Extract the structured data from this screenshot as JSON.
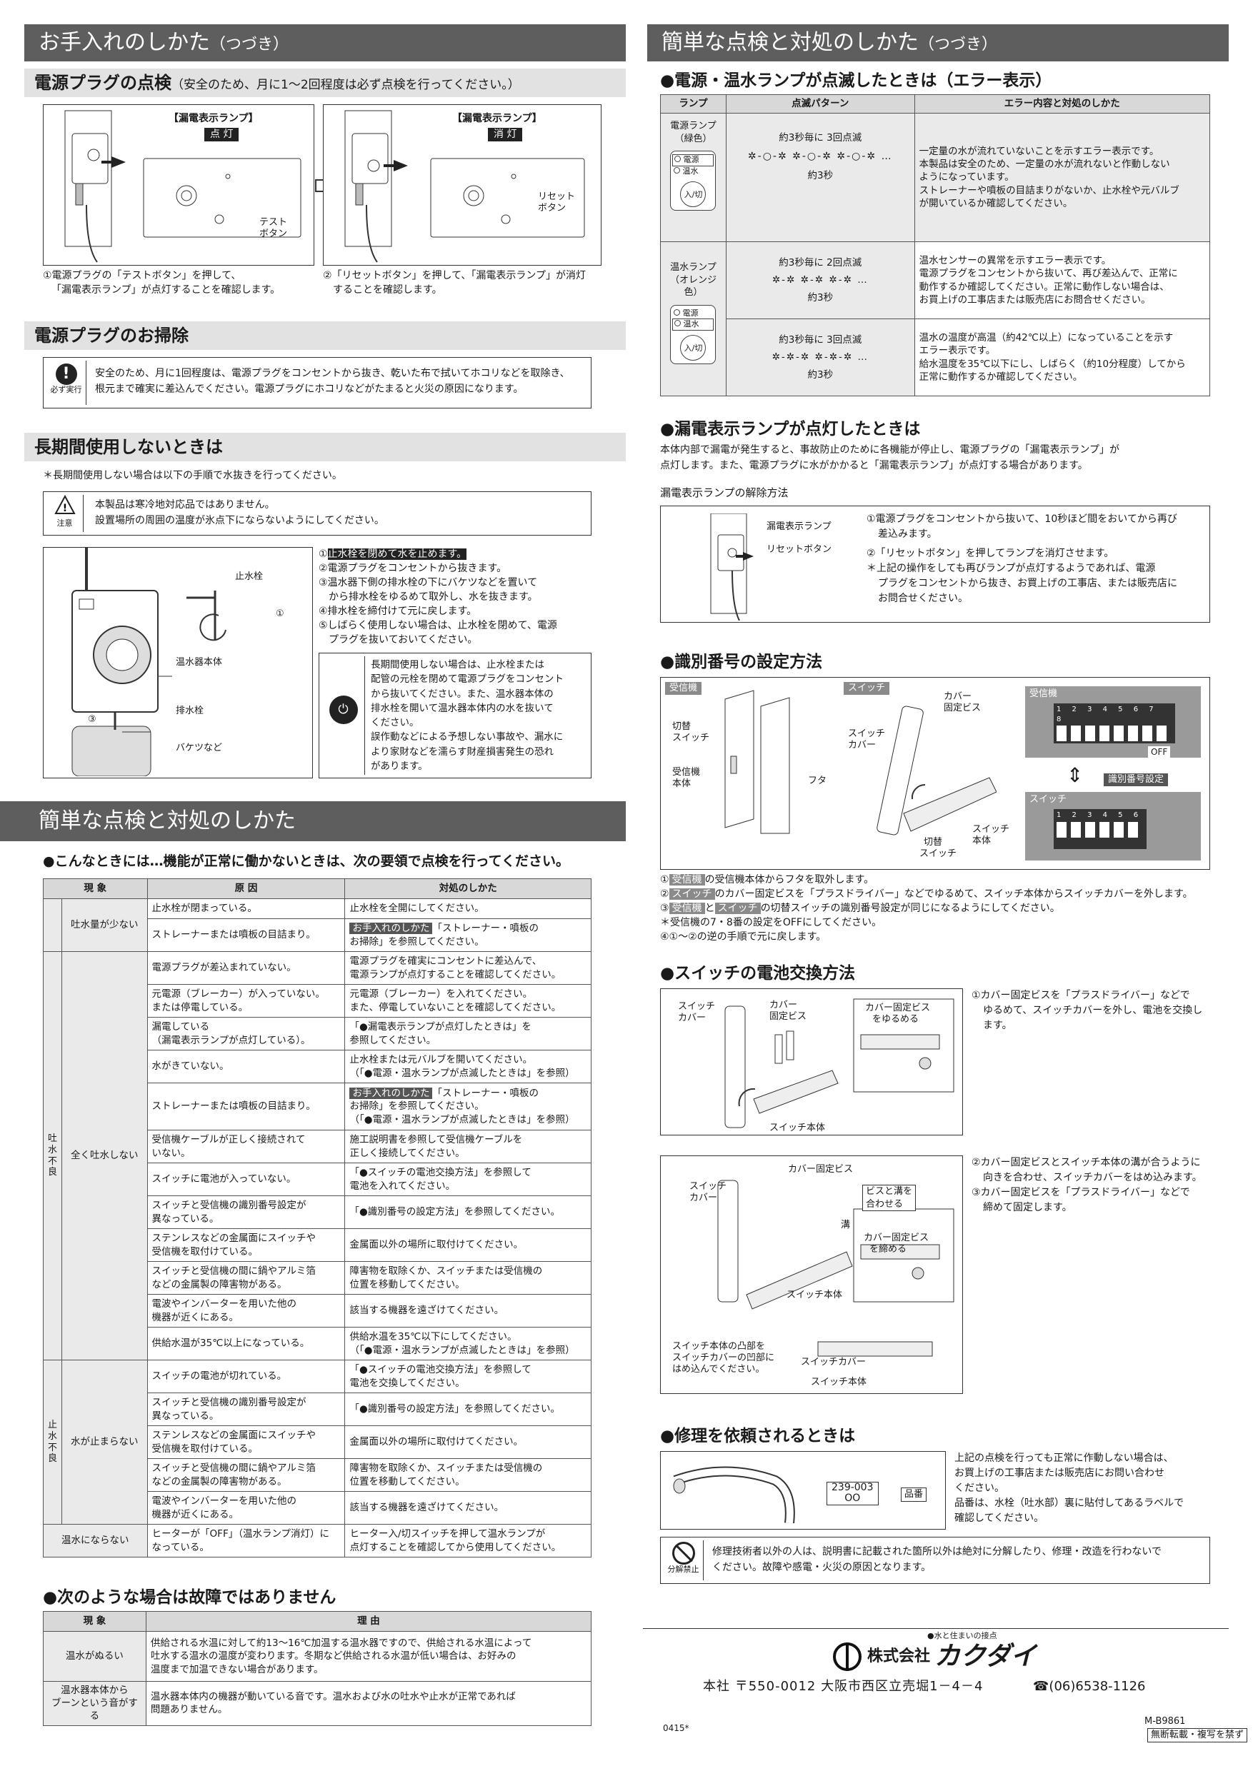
{
  "left": {
    "title": "お手入れのしかた",
    "title_sub": "（つづき）",
    "plug_check": {
      "title": "電源プラグの点検",
      "note": "（安全のため、月に1～2回程度は必ず点検を行ってください。）",
      "fig1": {
        "label": "【漏電表示ランプ】",
        "state": "点 灯",
        "test": "テスト",
        "test2": "ボタン"
      },
      "fig2": {
        "label": "【漏電表示ランプ】",
        "state": "消 灯",
        "reset": "リセット",
        "reset2": "ボタン"
      },
      "cap1a": "①電源プラグの「テストボタン」を押して、",
      "cap1b": "「漏電表示ランプ」が点灯することを確認します。",
      "cap2a": "②「リセットボタン」を押して、「漏電表示ランプ」が消灯",
      "cap2b": "することを確認します。"
    },
    "plug_clean": {
      "title": "電源プラグのお掃除",
      "icon_label": "必ず実行",
      "l1": "安全のため、月に1回程度は、電源プラグをコンセントから抜き、乾いた布で拭いてホコリなどを取除き、",
      "l2": "根元まで確実に差込んでください。電源プラグにホコリなどがたまると火災の原因になります。"
    },
    "long": {
      "title": "長期間使用しないときは",
      "note": "＊長期間使用しない場合は以下の手順で水抜きを行ってください。",
      "caution_label": "注意",
      "c1": "本製品は寒冷地対応品ではありません。",
      "c2": "設置場所の周囲の温度が氷点下にならないようにしてください。",
      "fig": {
        "valve": "止水栓",
        "n1": "①",
        "n3": "③",
        "body": "温水器本体",
        "drain": "排水栓",
        "bucket": "バケツなど"
      },
      "s1": "①",
      "s1t": "止水栓を閉めて水を止めます。",
      "s2": "②電源プラグをコンセントから抜きます。",
      "s3a": "③温水器下側の排水栓の下にバケツなどを置いて",
      "s3b": "から排水栓をゆるめて取外し、水を抜きます。",
      "s4": "④排水栓を締付けて元に戻します。",
      "s5a": "⑤しばらく使用しない場合は、止水栓を閉めて、電源",
      "s5b": "プラグを抜いておいてください。",
      "w": [
        "長期間使用しない場合は、止水栓または",
        "配管の元栓を閉めて電源プラグをコンセント",
        "から抜いてください。また、温水器本体の",
        "排水栓を開いて温水器本体内の水を抜いて",
        "ください。",
        "誤作動などによる予想しない事故や、漏水に",
        "より家財などを濡らす財産損害発生の恐れ",
        "があります。"
      ]
    },
    "check": {
      "title": "簡単な点検と対処のしかた",
      "intro": "●こんなときには…機能が正常に働かないときは、次の要領で点検を行ってください。",
      "headers": [
        "現 象",
        "原 因",
        "対処のしかた"
      ],
      "g1": "吐水量が少ない",
      "g2": "全く吐水しない",
      "gA": "吐水不良",
      "gB": "止水不良",
      "g3": "水が止まらない",
      "g4": "温水にならない",
      "rows": [
        [
          "止水栓が閉まっている。",
          "止水栓を全開にしてください。"
        ],
        [
          "ストレーナーまたは噴板の目詰まり。",
          "お手入れのしかた",
          "「ストレーナー・噴板の",
          "お掃除」を参照してください。"
        ],
        [
          "電源プラグが差込まれていない。",
          "電源プラグを確実にコンセントに差込んで、",
          "電源ランプが点灯することを確認してください。"
        ],
        [
          "元電源（ブレーカー）が入っていない。",
          "または停電している。",
          "元電源（ブレーカー）を入れてください。",
          "また、停電していないことを確認してください。"
        ],
        [
          "漏電している",
          "（漏電表示ランプが点灯している）。",
          "「●漏電表示ランプが点灯したときは」を",
          "参照してください。"
        ],
        [
          "水がきていない。",
          "止水栓または元バルブを開いてください。",
          "（「●電源・温水ランプが点滅したときは」を参照）"
        ],
        [
          "ストレーナーまたは噴板の目詰まり。",
          "お手入れのしかた",
          "「ストレーナー・噴板の",
          "お掃除」を参照してください。",
          "（「●電源・温水ランプが点滅したときは」を参照）"
        ],
        [
          "受信機ケーブルが正しく接続されて",
          "いない。",
          "施工説明書を参照して受信機ケーブルを",
          "正しく接続してください。"
        ],
        [
          "スイッチに電池が入っていない。",
          "「●スイッチの電池交換方法」を参照して",
          "電池を入れてください。"
        ],
        [
          "スイッチと受信機の識別番号設定が",
          "異なっている。",
          "「●識別番号の設定方法」を参照してください。"
        ],
        [
          "ステンレスなどの金属面にスイッチや",
          "受信機を取付けている。",
          "金属面以外の場所に取付けてください。"
        ],
        [
          "スイッチと受信機の間に鍋やアルミ箔",
          "などの金属製の障害物がある。",
          "障害物を取除くか、スイッチまたは受信機の",
          "位置を移動してください。"
        ],
        [
          "電波やインバーターを用いた他の",
          "機器が近くにある。",
          "該当する機器を遠ざけてください。"
        ],
        [
          "供給水温が35℃以上になっている。",
          "供給水温を35℃以下にしてください。",
          "（「●電源・温水ランプが点滅したときは」を参照）"
        ],
        [
          "スイッチの電池が切れている。",
          "「●スイッチの電池交換方法」を参照して",
          "電池を交換してください。"
        ],
        [
          "スイッチと受信機の識別番号設定が",
          "異なっている。",
          "「●識別番号の設定方法」を参照してください。"
        ],
        [
          "ステンレスなどの金属面にスイッチや",
          "受信機を取付けている。",
          "金属面以外の場所に取付けてください。"
        ],
        [
          "スイッチと受信機の間に鍋やアルミ箔",
          "などの金属製の障害物がある。",
          "障害物を取除くか、スイッチまたは受信機の",
          "位置を移動してください。"
        ],
        [
          "電波やインバーターを用いた他の",
          "機器が近くにある。",
          "該当する機器を遠ざけてください。"
        ],
        [
          "ヒーターが「OFF」（温水ランプ消灯）に",
          "なっている。",
          "ヒーター入/切スイッチを押して温水ランプが",
          "点灯することを確認してから使用してください。"
        ]
      ]
    },
    "notfault": {
      "title": "●次のような場合は故障ではありません",
      "h1": "現 象",
      "h2": "理 由",
      "r1": "温水がぬるい",
      "r1a": "供給される水温に対して約13～16℃加温する温水器ですので、供給される水温によって",
      "r1b": "吐水する温水の温度が変わります。冬期など供給される水温が低い場合は、お好みの",
      "r1c": "温度まで加温できない場合があります。",
      "r2a": "温水器本体から",
      "r2b": "ブーンという音がする",
      "r2c": "温水器本体内の機器が動いている音です。温水および水の吐水や止水が正常であれば",
      "r2d": "問題ありません。"
    }
  },
  "right": {
    "title": "簡単な点検と対処のしかた",
    "title_sub": "（つづき）",
    "lamp": {
      "title": "●電源・温水ランプが点滅したときは（エラー表示）",
      "headers": [
        "ランプ",
        "点滅パターン",
        "エラー内容と対処のしかた"
      ],
      "power": "電源ランプ",
      "power_c": "（緑色）",
      "hot": "温水ランプ",
      "hot_c": "（オレンジ色）",
      "sw_power": "電源",
      "sw_hot": "温水",
      "sw_btn": "入/切",
      "p1": "約3秒毎に 3回点滅",
      "p2": "約3秒毎に 2回点滅",
      "p3": "約3秒毎に 3回点滅",
      "sec": "約3秒",
      "e1": [
        "一定量の水が流れていないことを示すエラー表示です。",
        "本製品は安全のため、一定量の水が流れないと作動しない",
        "ようになっています。",
        "ストレーナーや噴板の目詰まりがないか、止水栓や元バルブ",
        "が開いているか確認してください。"
      ],
      "e2": [
        "温水センサーの異常を示すエラー表示です。",
        "電源プラグをコンセントから抜いて、再び差込んで、正常に",
        "動作するか確認してください。正常に動作しない場合は、",
        "お買上げの工事店または販売店にお問合せください。"
      ],
      "e3": [
        "温水の温度が高温（約42℃以上）になっていることを示す",
        "エラー表示です。",
        "給水温度を35℃以下にし、しばらく（約10分程度）してから",
        "正常に動作するか確認してください。"
      ]
    },
    "leak": {
      "title": "●漏電表示ランプが点灯したときは",
      "l1": "本体内部で漏電が発生すると、事故防止のために各機能が停止し、電源プラグの「漏電表示ランプ」が",
      "l2": "点灯します。また、電源プラグに水がかかると「漏電表示ランプ」が点灯する場合があります。",
      "reset_title": "漏電表示ランプの解除方法",
      "fl1": "漏電表示ランプ",
      "fl2": "リセットボタン",
      "t": [
        "①電源プラグをコンセントから抜いて、10秒ほど間をおいてから再び",
        "差込みます。",
        "②「リセットボタン」を押してランプを消灯させます。",
        "＊上記の操作をしても再びランプが点灯するようであれば、電源",
        "プラグをコンセントから抜き、お買上げの工事店、または販売店に",
        "お問合せください。"
      ]
    },
    "id": {
      "title": "●識別番号の設定方法",
      "receiver": "受信機",
      "switch": "スイッチ",
      "sw_change": "切替",
      "sw_change2": "スイッチ",
      "recv_body": "受信機",
      "recv_body2": "本体",
      "lid": "フタ",
      "cover": "カバー",
      "fix": "固定ビス",
      "swcover": "スイッチ",
      "swcover2": "カバー",
      "swbody": "スイッチ",
      "swbody2": "本体",
      "sw_chg": "切替",
      "sw_chg2": "スイッチ",
      "off": "OFF",
      "id_set": "識別番号設定",
      "nums": "1 2 3 4 5 6 7 8",
      "nums6": "1 2 3 4 5 6",
      "c1": "①",
      "c1b": "受信機",
      "c1t": "の受信機本体からフタを取外します。",
      "c2": "②",
      "c2b": "スイッチ",
      "c2t": "のカバー固定ビスを「プラスドライバー」などでゆるめて、スイッチ本体からスイッチカバーを外します。",
      "c3": "③",
      "c3b": "受信機",
      "c3and": "と",
      "c3c": "スイッチ",
      "c3t": "の切替スイッチの識別番号設定が同じになるようにしてください。",
      "c4": "＊受信機の7・8番の設定をOFFにしてください。",
      "c5": "④①～②の逆の手順で元に戻します。"
    },
    "battery": {
      "title": "●スイッチの電池交換方法",
      "swcover": "スイッチ",
      "swcover2": "カバー",
      "cover": "カバー",
      "fix": "固定ビス",
      "loosen": "カバー固定ビス",
      "loosen2": "をゆるめる",
      "swbody": "スイッチ本体",
      "t1": [
        "①カバー固定ビスを「プラスドライバー」などで",
        "ゆるめて、スイッチカバーを外し、電池を交換し",
        "ます。"
      ],
      "f2cover": "カバー固定ビス",
      "f2match": "ビスと溝を",
      "f2match2": "合わせる",
      "f2groove": "溝",
      "f2tight": "カバー固定ビス",
      "f2tight2": "を締める",
      "f2fit1": "スイッチ本体の凸部を",
      "f2fit2": "スイッチカバーの凹部に",
      "f2fit3": "はめ込んでください。",
      "f2swc": "スイッチカバー",
      "f2swb": "スイッチ本体",
      "t2": [
        "②カバー固定ビスとスイッチ本体の溝が合うように",
        "向きを合わせ、スイッチカバーをはめ込みます。",
        "③カバー固定ビスを「プラスドライバー」などで",
        "締めて固定します。"
      ]
    },
    "repair": {
      "title": "●修理を依頼されるときは",
      "label": "239-003",
      "label2": "OO",
      "hinban": "品番",
      "t": [
        "上記の点検を行っても正常に作動しない場合は、",
        "お買上げの工事店または販売店にお問い合わせ",
        "ください。",
        "品番は、水栓（吐水部）裏に貼付してあるラベルで",
        "確認してください。"
      ],
      "ban": "分解禁止",
      "b1": "修理技術者以外の人は、説明書に記載された箇所以外は絶対に分解したり、修理・改造を行わないで",
      "b2": "ください。故障や感電・火災の原因となります。"
    },
    "footer": {
      "tagline": "●水と住まいの接点",
      "company": "株式会社",
      "brand": "カクダイ",
      "hq": "本社 〒550-0012 大阪市西区立売堀1－4－4",
      "tel": "(06)6538-1126",
      "code": "M-B9861",
      "date": "0415*",
      "copy": "無断転載・複写を禁ず"
    }
  }
}
